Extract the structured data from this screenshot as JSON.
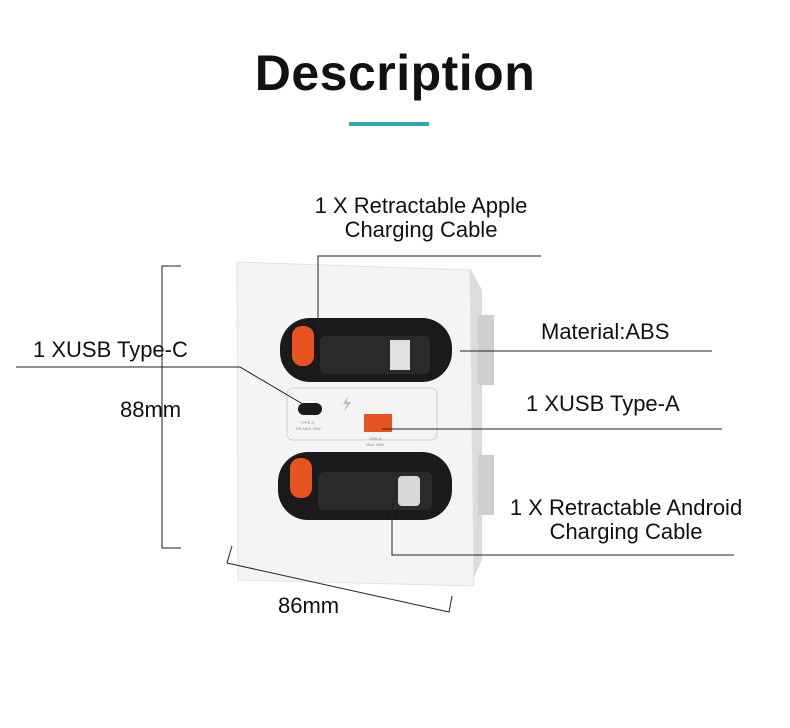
{
  "title": "Description",
  "accent_color": "#2ba9b8",
  "labels": {
    "apple_cable_line1": "1 X Retractable Apple",
    "apple_cable_line2": "Charging Cable",
    "material": "Material:ABS",
    "usb_c": "1 XUSB Type-C",
    "usb_a": "1 XUSB Type-A",
    "android_cable_line1": "1 X Retractable Android",
    "android_cable_line2": "Charging Cable",
    "height": "88mm",
    "width": "86mm"
  },
  "panel_print": {
    "usb_c_line1": "TYPE-C",
    "usb_c_line2": "PD MAX 20W",
    "usb_a_line1": "USB-A",
    "usb_a_line2": "MAX 18W"
  },
  "icons": [
    "lightning-icon"
  ]
}
